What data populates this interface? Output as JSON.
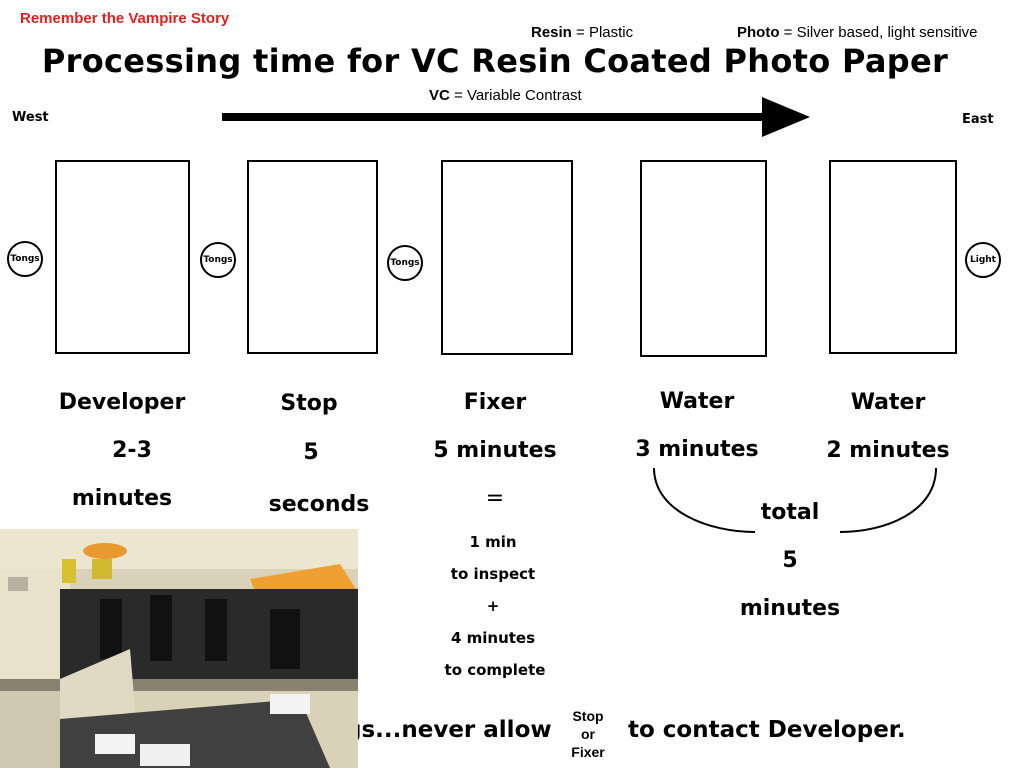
{
  "note": "Remember the Vampire Story",
  "definitions": {
    "resin_term": "Resin",
    "resin_def": "= Plastic",
    "photo_term": "Photo",
    "photo_def": "=  Silver based, light sensitive",
    "vc_term": "VC",
    "vc_def": "= Variable Contrast"
  },
  "title": "Processing time for VC Resin Coated Photo Paper",
  "directions": {
    "west": "West",
    "east": "East"
  },
  "handlers": [
    "Tongs",
    "Tongs",
    "Tongs",
    "Light"
  ],
  "steps": [
    {
      "name": "Developer",
      "time_line1": "2-3",
      "time_line2": "minutes"
    },
    {
      "name": "Stop",
      "time_line1": "5",
      "time_line2": "seconds"
    },
    {
      "name": "Fixer",
      "time_line1": "5 minutes"
    },
    {
      "name": "Water",
      "time_line1": "3 minutes"
    },
    {
      "name": "Water",
      "time_line1": "2 minutes"
    }
  ],
  "fixer_breakdown": {
    "equals": "=",
    "line1": "1 min",
    "line2": "to inspect",
    "plus": "+",
    "line3": "4 minutes",
    "line4": "to complete"
  },
  "water_total": {
    "label": "total",
    "value": "5",
    "unit": "minutes"
  },
  "warning": {
    "part1": "gs...never allow",
    "stop": "Stop",
    "or": "or",
    "fixer": "Fixer",
    "part2": "to contact Developer."
  },
  "colors": {
    "note": "#e02020",
    "safelight": "#f0a030"
  }
}
